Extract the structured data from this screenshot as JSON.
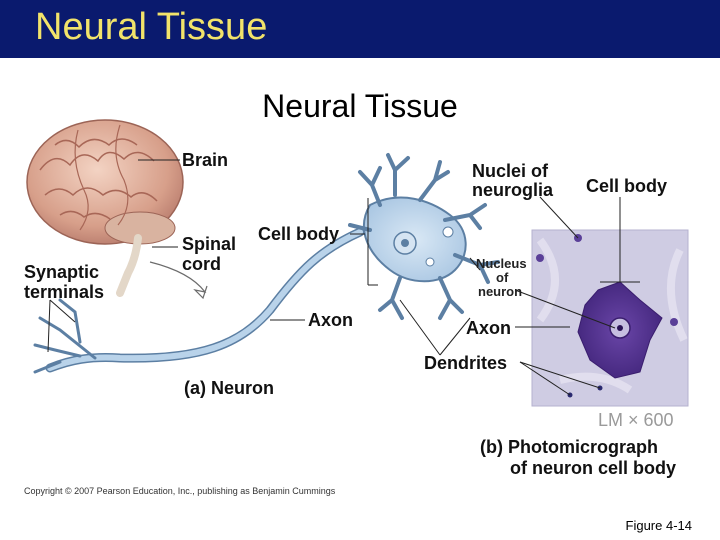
{
  "header": {
    "title": "Neural Tissue"
  },
  "slide": {
    "subtitle": "Neural Tissue",
    "figure_number": "Figure 4-14"
  },
  "diagram_a": {
    "brain": "Brain",
    "spinal_1": "Spinal",
    "spinal_2": "cord",
    "synaptic_1": "Synaptic",
    "synaptic_2": "terminals",
    "cell_body": "Cell body",
    "axon": "Axon",
    "caption": "(a) Neuron"
  },
  "diagram_b": {
    "nuclei_1": "Nuclei of",
    "nuclei_2": "neuroglia",
    "cell_body": "Cell body",
    "nucleus_1": "Nucleus",
    "nucleus_2": "of",
    "nucleus_3": "neuron",
    "axon": "Axon",
    "dendrites": "Dendrites",
    "magnification": "LM × 600",
    "caption_1": "(b) Photomicrograph",
    "caption_2": "of neuron cell body"
  },
  "copyright": "Copyright © 2007 Pearson Education, Inc., publishing as Benjamin Cummings",
  "colors": {
    "title_bar": "#0a1a6e",
    "title_text": "#f2e36a",
    "neuron_fill": "#b9d3ea",
    "neuron_stroke": "#5c7fa3",
    "micrograph_bg": "#c9c7df",
    "cell_stain": "#4a2a86"
  }
}
